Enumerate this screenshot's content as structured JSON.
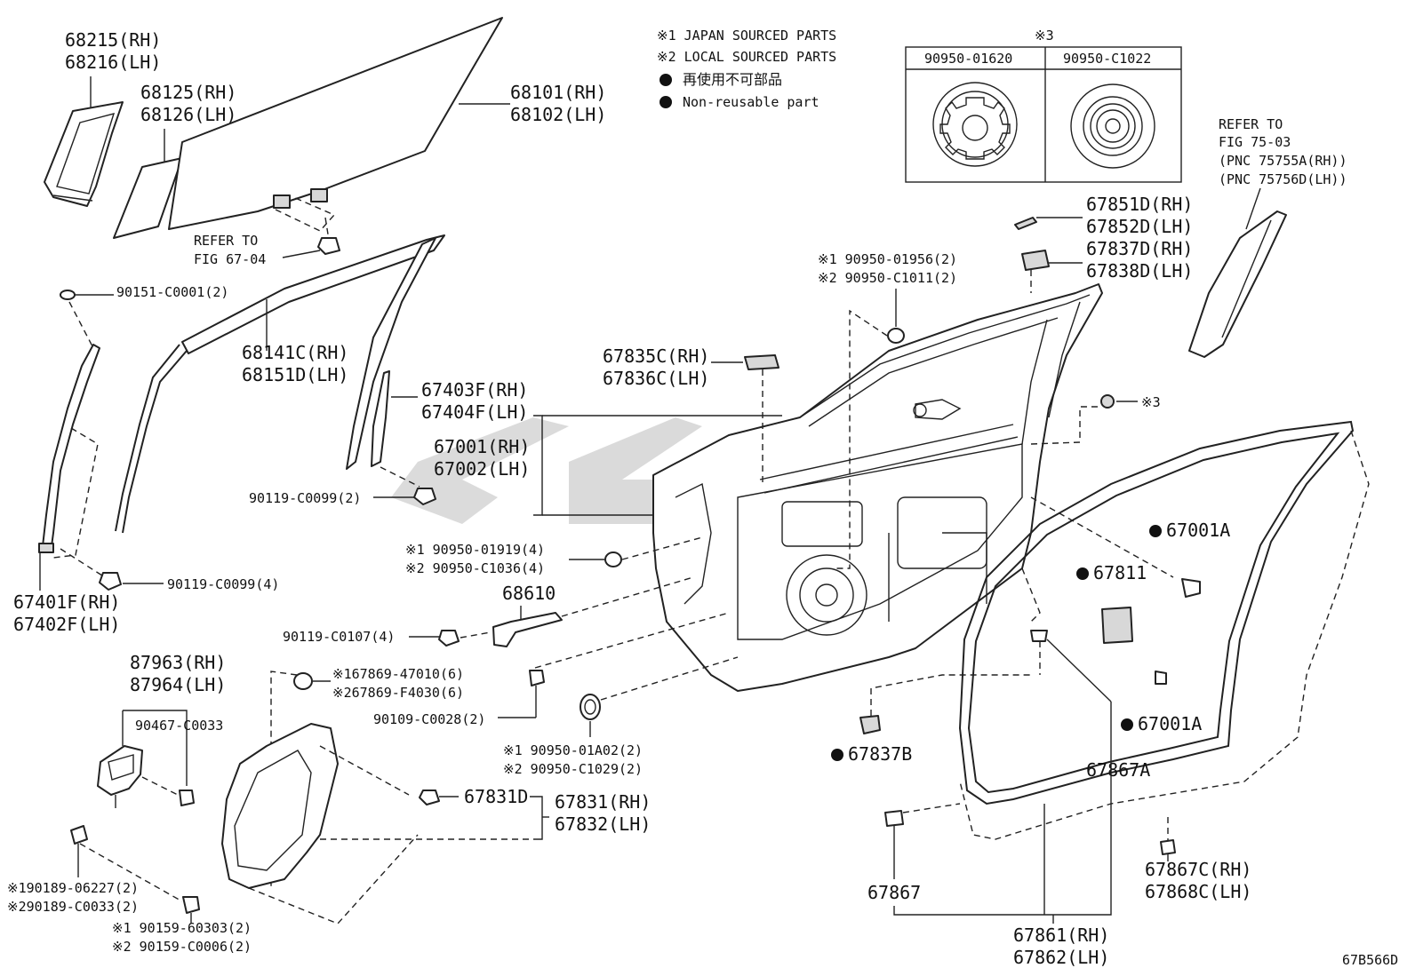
{
  "legend": {
    "note1": "※1 JAPAN SOURCED PARTS",
    "note2": "※2 LOCAL SOURCED PARTS",
    "nonreusable_jp": "再使用不可部品",
    "nonreusable_en": "Non-reusable part"
  },
  "inset": {
    "title": "※3",
    "col1": "90950-01620",
    "col2": "90950-C1022"
  },
  "refer_fig_75": [
    "REFER TO",
    "FIG 75-03",
    "(PNC 75755A(RH))",
    "(PNC 75756D(LH))"
  ],
  "refer_fig_67": [
    "REFER TO",
    "FIG 67-04"
  ],
  "labels": {
    "p68215": "68215(RH)",
    "p68216": "68216(LH)",
    "p68125": "68125(RH)",
    "p68126": "68126(LH)",
    "p68101": "68101(RH)",
    "p68102": "68102(LH)",
    "p90151": "90151-C0001(2)",
    "p68141c": "68141C(RH)",
    "p68151d": "68151D(LH)",
    "p67403f": "67403F(RH)",
    "p67404f": "67404F(LH)",
    "p67001": "67001(RH)",
    "p67002": "67002(LH)",
    "p90119a": "90119-C0099(2)",
    "p90119b": "90119-C0099(4)",
    "p67401f": "67401F(RH)",
    "p67402f": "67402F(LH)",
    "p67835c": "67835C(RH)",
    "p67836c": "67836C(LH)",
    "p90950_01956": "※1 90950-01956(2)",
    "p90950_c1011": "※2 90950-C1011(2)",
    "p67851d": "67851D(RH)",
    "p67852d": "67852D(LH)",
    "p67837d": "67837D(RH)",
    "p67838d": "67838D(LH)",
    "p_ref3": "※3",
    "p90950_01919": "※1 90950-01919(4)",
    "p90950_c1036": "※2 90950-C1036(4)",
    "p68610": "68610",
    "p90119_c0107": "90119-C0107(4)",
    "p67869_47010": "※167869-47010(6)",
    "p67869_f4030": "※267869-F4030(6)",
    "p90109": "90109-C0028(2)",
    "p90950_01a02": "※1 90950-01A02(2)",
    "p90950_c1029": "※2 90950-C1029(2)",
    "p87963": "87963(RH)",
    "p87964": "87964(LH)",
    "p90467": "90467-C0033",
    "p67831d": "67831D",
    "p67831": "67831(RH)",
    "p67832": "67832(LH)",
    "p90189_06227": "※190189-06227(2)",
    "p90189_c0033": "※290189-C0033(2)",
    "p90159_60303": "※1 90159-60303(2)",
    "p90159_c0006": "※2 90159-C0006(2)",
    "p67001a_1": "67001A",
    "p67811": "67811",
    "p67001a_2": "67001A",
    "p67837b": "67837B",
    "p67867a": "67867A",
    "p67867": "67867",
    "p67867c": "67867C(RH)",
    "p67868c": "67868C(LH)",
    "p67861": "67861(RH)",
    "p67862": "67862(LH)",
    "figure_code": "67B566D"
  }
}
